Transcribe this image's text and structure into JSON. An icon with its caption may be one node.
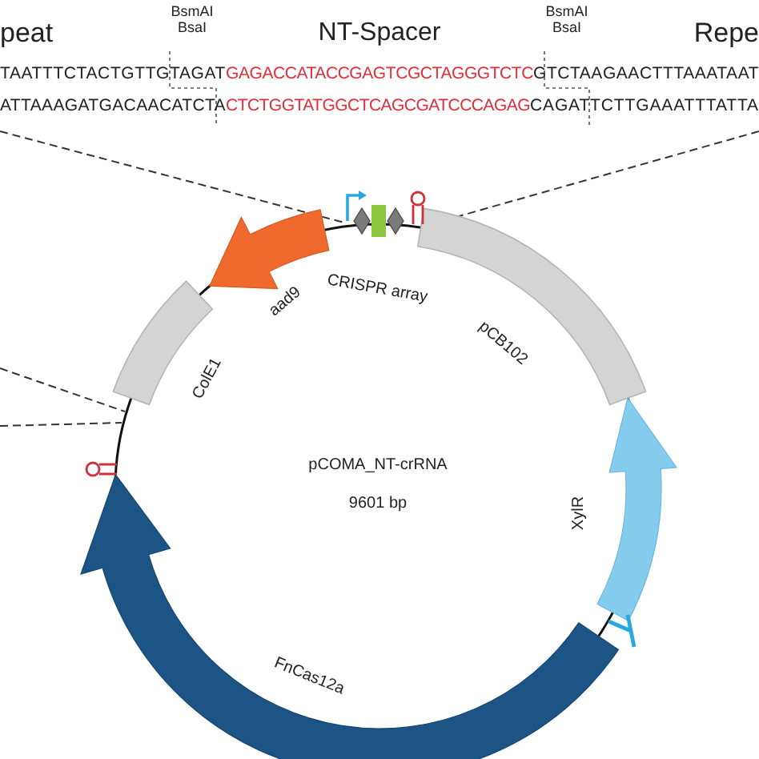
{
  "diagram": {
    "labels": [
      "peat",
      "BsmAI BsaI",
      "NT-Spacer",
      "BsmAI BsaI",
      "Repe",
      "TAATTTCTACTGTTGTAGAT",
      "GAGACCATACCGAGTCGCTAGGGTCTC",
      "GTCTAAGAACTTTAAATAAT",
      "ATTAAAGATGACAACATCTA",
      "CTCTGGTATGGCTCAGCGATCCCAGAG",
      "CAGATTCTTGAAATTTATTA",
      "aad9",
      "CRISPR array",
      "pCB102",
      "ColE1",
      "pCOMA_NT-crRNA",
      "9601 bp",
      "XylR",
      "FnCas12a"
    ]
  }
}
